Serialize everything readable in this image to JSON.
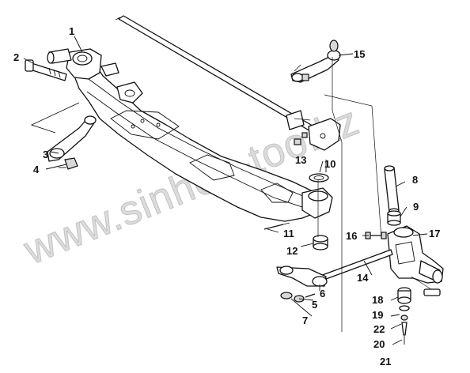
{
  "diagram": {
    "watermark": "www.sinhon-too.kz",
    "callouts": [
      {
        "id": "c1",
        "label": "1"
      },
      {
        "id": "c2",
        "label": "2"
      },
      {
        "id": "c3",
        "label": "3"
      },
      {
        "id": "c4",
        "label": "4"
      },
      {
        "id": "c5",
        "label": "5"
      },
      {
        "id": "c6",
        "label": "6"
      },
      {
        "id": "c7",
        "label": "7"
      },
      {
        "id": "c8",
        "label": "8"
      },
      {
        "id": "c9",
        "label": "9"
      },
      {
        "id": "c10",
        "label": "10"
      },
      {
        "id": "c11",
        "label": "11"
      },
      {
        "id": "c12",
        "label": "12"
      },
      {
        "id": "c13",
        "label": "13"
      },
      {
        "id": "c14",
        "label": "14"
      },
      {
        "id": "c15",
        "label": "15"
      },
      {
        "id": "c16",
        "label": "16"
      },
      {
        "id": "c17",
        "label": "17"
      },
      {
        "id": "c18",
        "label": "18"
      },
      {
        "id": "c19",
        "label": "19"
      },
      {
        "id": "c20",
        "label": "20"
      },
      {
        "id": "c21",
        "label": "21"
      },
      {
        "id": "c22",
        "label": "22"
      }
    ]
  }
}
